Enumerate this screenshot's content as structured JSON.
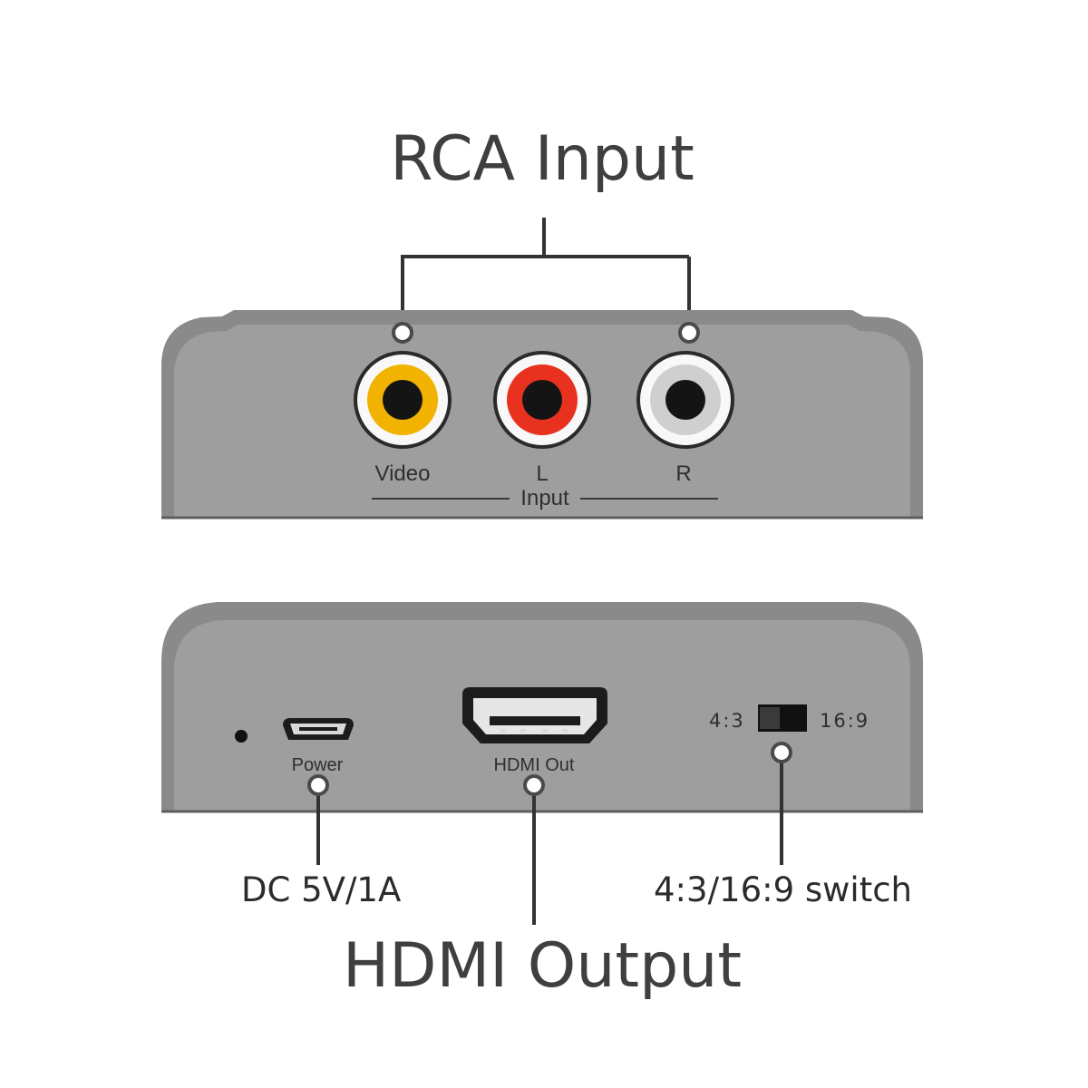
{
  "top_callout": {
    "title": "RCA Input"
  },
  "rca_panel": {
    "ports": [
      {
        "label": "Video",
        "color": "#f2b300"
      },
      {
        "label": "L",
        "color": "#e8321f"
      },
      {
        "label": "R",
        "color": "#cfcfcf"
      }
    ],
    "group_label": "Input"
  },
  "io_panel": {
    "power_label": "Power",
    "hdmi_label": "HDMI Out",
    "switch_left_label": "4:3",
    "switch_right_label": "16:9"
  },
  "bottom_callouts": {
    "power_spec": "DC 5V/1A",
    "hdmi_title": "HDMI Output",
    "switch_desc": "4:3/16:9 switch"
  },
  "colors": {
    "housing": "#8c8c8c",
    "panel_face": "#9a9a9a",
    "panel_edge": "#6f6f6f",
    "leader_line": "#333333",
    "port_socket": "#141414"
  }
}
